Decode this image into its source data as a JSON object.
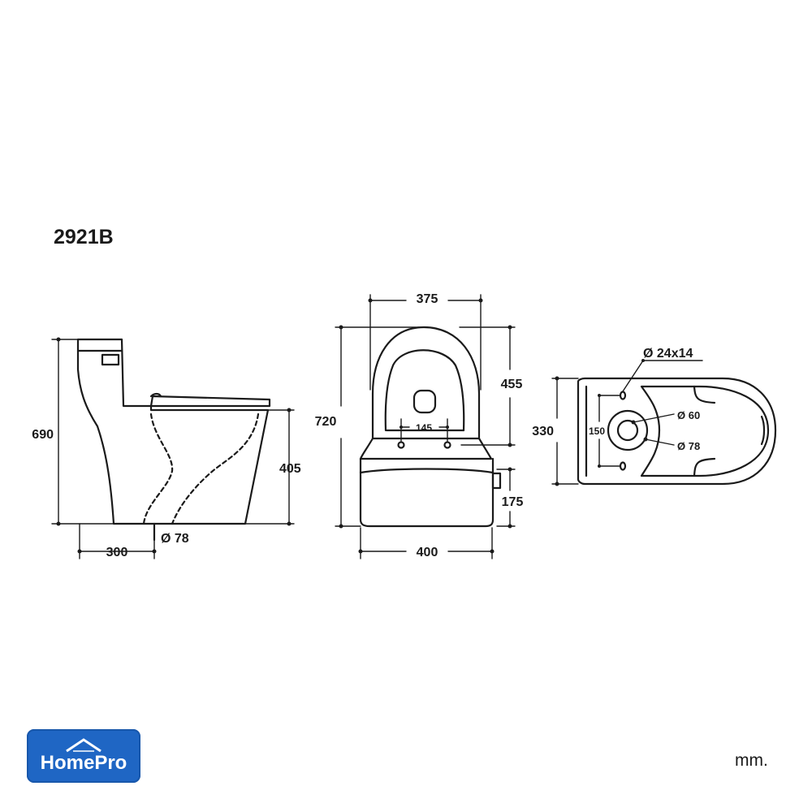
{
  "model": "2921B",
  "unit": "mm.",
  "brand": {
    "name": "HomePro",
    "color": "#1f66c4"
  },
  "side_view": {
    "height_total": "690",
    "seat_height": "405",
    "rough_in": "300",
    "outlet_diameter": "Ø 78"
  },
  "front_view": {
    "width_top": "375",
    "height_total": "720",
    "seat_depth": "455",
    "seat_hole_spacing": "145",
    "base_height": "175",
    "width_base": "400"
  },
  "top_view": {
    "inlet_hole": "Ø 24x14",
    "depth": "330",
    "hole_spacing": "150",
    "outlet_inner": "Ø 60",
    "outlet_outer": "Ø 78"
  }
}
